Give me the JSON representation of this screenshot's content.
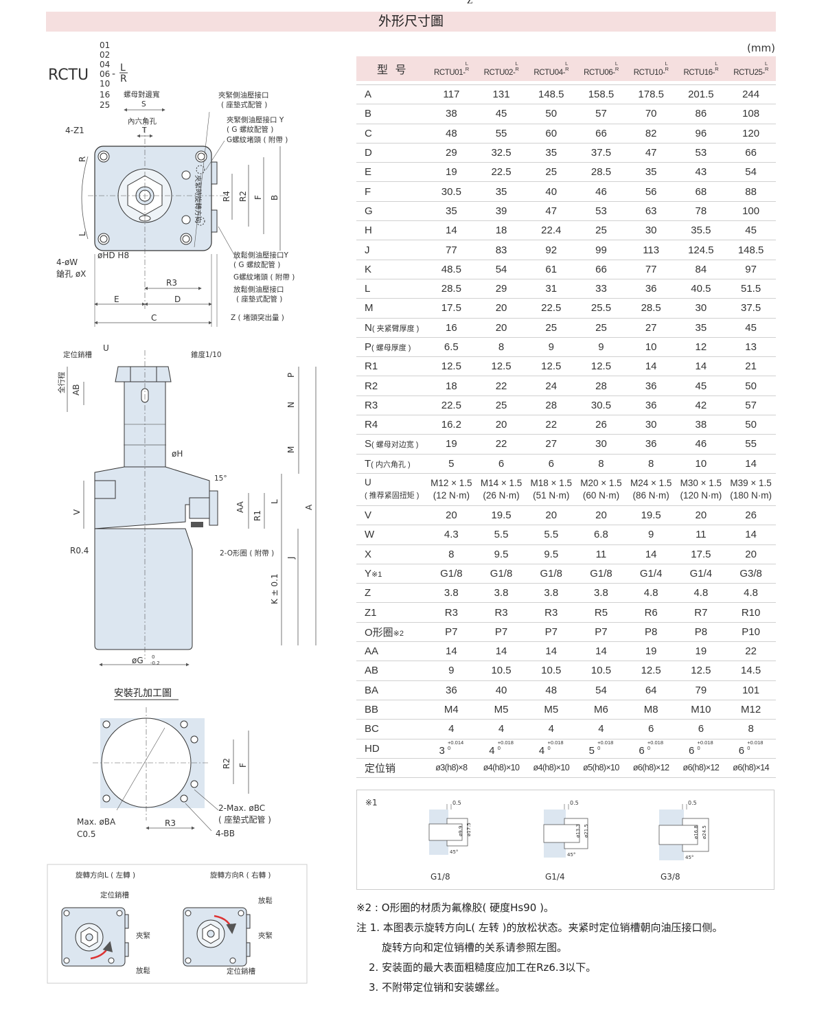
{
  "page_mark": "Z",
  "title": "外形尺寸圖",
  "unit": "(mm)",
  "model": {
    "prefix": "RCTU",
    "sizes": [
      "01",
      "02",
      "04",
      "06",
      "10",
      "16",
      "25"
    ],
    "dir_top": "L",
    "dir_bottom": "R"
  },
  "drawing_labels": {
    "s_label": "螺母對邊寬",
    "s_letter": "S",
    "t_label": "內六角孔",
    "t_letter": "T",
    "z1": "4-Z1",
    "r": "R",
    "l": "L",
    "rotation": "夾緊時旋轉方向",
    "w": "4-øW",
    "x": "鎗孔 øX",
    "hd": "øHD H8",
    "clamp_port": "夾緊側油壓接口",
    "clamp_port_sub": "( 座墊式配管 )",
    "clamp_port_y": "夾緊側油壓接口 Y",
    "clamp_port_y_sub": "( G 螺紋配管 )",
    "g_plug": "G螺紋堵頭 ( 附帶 )",
    "release_port_y": "放鬆側油壓接口Y",
    "release_port_y_sub": "( G 螺紋配管 )",
    "g_plug2": "G螺紋堵頭 ( 附帶 )",
    "release_port": "放鬆側油壓接口",
    "release_port_sub": "( 座墊式配管 )",
    "z_protrude": "Z ( 堵頭突出量 )",
    "dims_top": [
      "R4",
      "R2",
      "F",
      "B",
      "R3",
      "E",
      "D",
      "C"
    ],
    "pin_groove": "定位銷槽",
    "u": "U",
    "taper": "錐度1/10",
    "stroke": "全行程",
    "ab": "AB",
    "p": "P",
    "n": "N",
    "m": "M",
    "oh": "øH",
    "deg": "15°",
    "v": "V",
    "aa": "AA",
    "r1": "R1",
    "a": "A",
    "r04": "R0.4",
    "oring": "2-O形圈 ( 附帶 )",
    "j": "J",
    "k": "K ± 0.1",
    "og": "øG",
    "og_tol_top": "0",
    "og_tol_bot": "-0.2",
    "mount_title": "安裝孔加工圖",
    "mount_r2": "R2",
    "mount_f": "F",
    "mount_ba": "Max. øBA",
    "mount_c05": "C0.5",
    "mount_r3": "R3",
    "mount_bc": "2-Max. øBC",
    "mount_bc_sub": "( 座墊式配管 )",
    "mount_bb": "4-BB"
  },
  "rotation_box": {
    "left_title": "旋轉方向L ( 左轉 )",
    "right_title": "旋轉方向R ( 右轉 )",
    "pin_groove": "定位銷槽",
    "clamp": "夾緊",
    "release": "放鬆",
    "clamp2": "夾緊",
    "release2": "放鬆",
    "pin_groove2": "定位銷槽"
  },
  "spec_table": {
    "header_key": "型 号",
    "models": [
      "RCTU01-",
      "RCTU02-",
      "RCTU04-",
      "RCTU06-",
      "RCTU10-",
      "RCTU16-",
      "RCTU25-"
    ],
    "rows": [
      {
        "key": "A",
        "v": [
          "117",
          "131",
          "148.5",
          "158.5",
          "178.5",
          "201.5",
          "244"
        ]
      },
      {
        "key": "B",
        "v": [
          "38",
          "45",
          "50",
          "57",
          "70",
          "86",
          "108"
        ]
      },
      {
        "key": "C",
        "v": [
          "48",
          "55",
          "60",
          "66",
          "82",
          "96",
          "120"
        ]
      },
      {
        "key": "D",
        "v": [
          "29",
          "32.5",
          "35",
          "37.5",
          "47",
          "53",
          "66"
        ]
      },
      {
        "key": "E",
        "v": [
          "19",
          "22.5",
          "25",
          "28.5",
          "35",
          "43",
          "54"
        ]
      },
      {
        "key": "F",
        "v": [
          "30.5",
          "35",
          "40",
          "46",
          "56",
          "68",
          "88"
        ]
      },
      {
        "key": "G",
        "v": [
          "35",
          "39",
          "47",
          "53",
          "63",
          "78",
          "100"
        ]
      },
      {
        "key": "H",
        "v": [
          "14",
          "18",
          "22.4",
          "25",
          "30",
          "35.5",
          "45"
        ]
      },
      {
        "key": "J",
        "v": [
          "77",
          "83",
          "92",
          "99",
          "113",
          "124.5",
          "148.5"
        ]
      },
      {
        "key": "K",
        "v": [
          "48.5",
          "54",
          "61",
          "66",
          "77",
          "84",
          "97"
        ]
      },
      {
        "key": "L",
        "v": [
          "28.5",
          "29",
          "31",
          "33",
          "36",
          "40.5",
          "51.5"
        ]
      },
      {
        "key": "M",
        "v": [
          "17.5",
          "20",
          "22.5",
          "25.5",
          "28.5",
          "30",
          "37.5"
        ]
      },
      {
        "key": "N",
        "sub": "( 夹紧臂厚度 )",
        "v": [
          "16",
          "20",
          "25",
          "25",
          "27",
          "35",
          "45"
        ]
      },
      {
        "key": "P",
        "sub": "( 螺母厚度 )",
        "v": [
          "6.5",
          "8",
          "9",
          "9",
          "10",
          "12",
          "13"
        ]
      },
      {
        "key": "R1",
        "v": [
          "12.5",
          "12.5",
          "12.5",
          "12.5",
          "14",
          "14",
          "21"
        ]
      },
      {
        "key": "R2",
        "v": [
          "18",
          "22",
          "24",
          "28",
          "36",
          "45",
          "50"
        ]
      },
      {
        "key": "R3",
        "v": [
          "22.5",
          "25",
          "28",
          "30.5",
          "36",
          "42",
          "57"
        ]
      },
      {
        "key": "R4",
        "v": [
          "16.2",
          "20",
          "22",
          "26",
          "30",
          "38",
          "50"
        ]
      },
      {
        "key": "S",
        "sub": "( 螺母对边宽 )",
        "v": [
          "19",
          "22",
          "27",
          "30",
          "36",
          "46",
          "55"
        ]
      },
      {
        "key": "T",
        "sub": "( 内六角孔 )",
        "v": [
          "5",
          "6",
          "6",
          "8",
          "8",
          "10",
          "14"
        ]
      }
    ],
    "u_row": {
      "key": "U",
      "sub": "( 推荐紧固扭矩 )",
      "v": [
        [
          "M12 × 1.5",
          "(12 N·m)"
        ],
        [
          "M14 × 1.5",
          "(26 N·m)"
        ],
        [
          "M18 × 1.5",
          "(51 N·m)"
        ],
        [
          "M20 × 1.5",
          "(60 N·m)"
        ],
        [
          "M24 × 1.5",
          "(86 N·m)"
        ],
        [
          "M30 × 1.5",
          "(120 N·m)"
        ],
        [
          "M39 × 1.5",
          "(180 N·m)"
        ]
      ]
    },
    "rows2": [
      {
        "key": "V",
        "v": [
          "20",
          "19.5",
          "20",
          "20",
          "19.5",
          "20",
          "26"
        ]
      },
      {
        "key": "W",
        "v": [
          "4.3",
          "5.5",
          "5.5",
          "6.8",
          "9",
          "11",
          "14"
        ]
      },
      {
        "key": "X",
        "v": [
          "8",
          "9.5",
          "9.5",
          "11",
          "14",
          "17.5",
          "20"
        ]
      },
      {
        "key": "Y",
        "sub": "※1",
        "v": [
          "G1/8",
          "G1/8",
          "G1/8",
          "G1/8",
          "G1/4",
          "G1/4",
          "G3/8"
        ]
      },
      {
        "key": "Z",
        "v": [
          "3.8",
          "3.8",
          "3.8",
          "3.8",
          "4.8",
          "4.8",
          "4.8"
        ]
      },
      {
        "key": "Z1",
        "v": [
          "R3",
          "R3",
          "R3",
          "R5",
          "R6",
          "R7",
          "R10"
        ]
      },
      {
        "key": "O形圈",
        "sub": "※2",
        "v": [
          "P7",
          "P7",
          "P7",
          "P7",
          "P8",
          "P8",
          "P10"
        ]
      },
      {
        "key": "AA",
        "v": [
          "14",
          "14",
          "14",
          "14",
          "19",
          "19",
          "22"
        ]
      },
      {
        "key": "AB",
        "v": [
          "9",
          "10.5",
          "10.5",
          "10.5",
          "12.5",
          "12.5",
          "14.5"
        ]
      },
      {
        "key": "BA",
        "v": [
          "36",
          "40",
          "48",
          "54",
          "64",
          "79",
          "101"
        ]
      },
      {
        "key": "BB",
        "v": [
          "M4",
          "M5",
          "M5",
          "M6",
          "M8",
          "M10",
          "M12"
        ]
      },
      {
        "key": "BC",
        "v": [
          "4",
          "4",
          "4",
          "4",
          "6",
          "6",
          "8"
        ]
      }
    ],
    "hd_row": {
      "key": "HD",
      "v": [
        [
          "3",
          "+0.014",
          "0"
        ],
        [
          "4",
          "+0.018",
          "0"
        ],
        [
          "4",
          "+0.018",
          "0"
        ],
        [
          "5",
          "+0.018",
          "0"
        ],
        [
          "6",
          "+0.018",
          "0"
        ],
        [
          "6",
          "+0.018",
          "0"
        ],
        [
          "6",
          "+0.018",
          "0"
        ]
      ]
    },
    "pin_row": {
      "key": "定位销",
      "v": [
        "ø3(h8)×8",
        "ø4(h8)×10",
        "ø4(h8)×10",
        "ø5(h8)×10",
        "ø6(h8)×12",
        "ø6(h8)×12",
        "ø6(h8)×14"
      ]
    }
  },
  "note_box": {
    "label": "※1",
    "items": [
      {
        "name": "G1/8",
        "d1": "ø9.9",
        "d2": "ø17.5",
        "c": "0.5",
        "a": "45°"
      },
      {
        "name": "G1/4",
        "d1": "ø13.3",
        "d2": "ø21.5",
        "c": "0.5",
        "a": "45°"
      },
      {
        "name": "G3/8",
        "d1": "ø16.8",
        "d2": "ø24.5",
        "c": "0.5",
        "a": "45°"
      }
    ]
  },
  "notes": [
    "※2 : O形圈的材质为氟橡胶( 硬度Hs90 )。",
    "注 1. 本图表示旋转方向L( 左转 )的放松状态。夹紧时定位销槽朝向油压接口侧。",
    "旋转方向和定位销槽的关系请参照左图。",
    "2. 安装面的最大表面粗糙度应加工在Rz6.3以下。",
    "3. 不附带定位销和安装螺丝。"
  ]
}
